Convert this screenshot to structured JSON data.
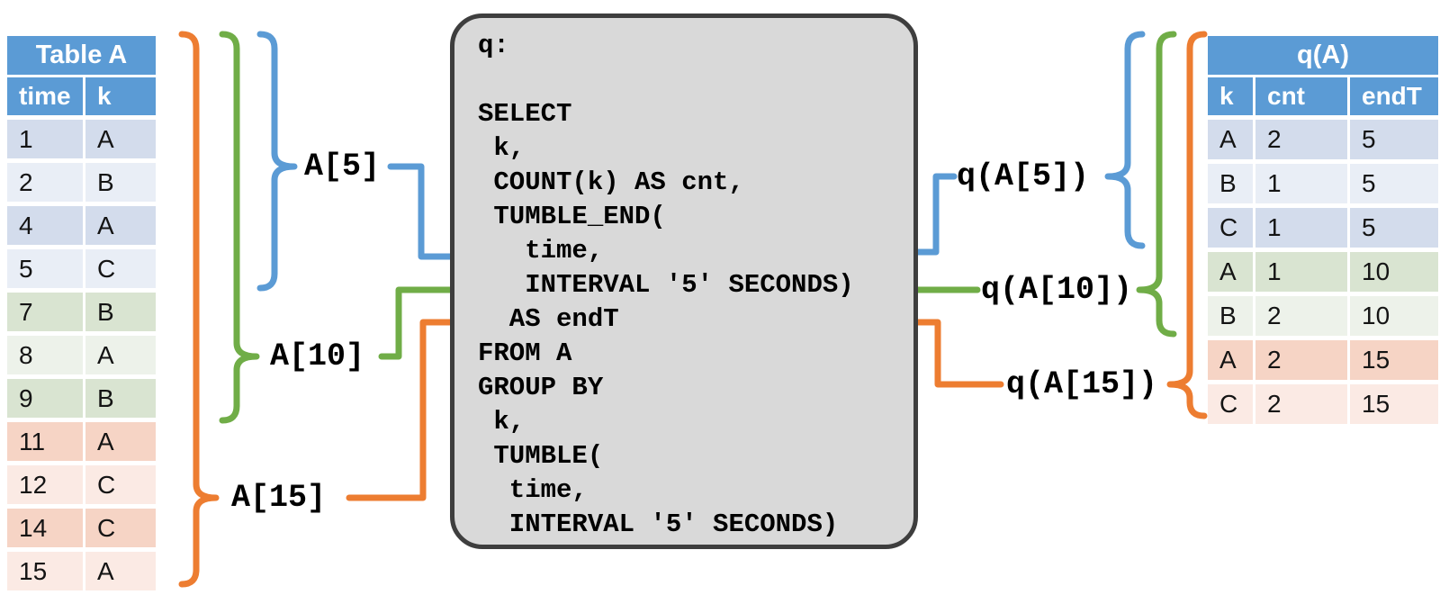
{
  "colors": {
    "blue": "#5B9BD5",
    "green": "#70AD47",
    "orange": "#ED7D31",
    "header_blue": "#5B9BD5",
    "box_fill": "#D9D9D9",
    "box_border": "#3E3E3E",
    "row_blue_dark": "#D3DCEC",
    "row_blue_light": "#E9EEF6",
    "row_green_dark": "#D9E4D1",
    "row_green_light": "#EDF2EA",
    "row_red_dark": "#F6D4C5",
    "row_red_light": "#FBEAE4"
  },
  "left_table": {
    "title": "Table A",
    "columns": [
      "time",
      "k"
    ],
    "rows": [
      [
        "1",
        "A"
      ],
      [
        "2",
        "B"
      ],
      [
        "4",
        "A"
      ],
      [
        "5",
        "C"
      ],
      [
        "7",
        "B"
      ],
      [
        "8",
        "A"
      ],
      [
        "9",
        "B"
      ],
      [
        "11",
        "A"
      ],
      [
        "12",
        "C"
      ],
      [
        "14",
        "C"
      ],
      [
        "15",
        "A"
      ]
    ]
  },
  "right_table": {
    "title": "q(A)",
    "columns": [
      "k",
      "cnt",
      "endT"
    ],
    "rows": [
      [
        "A",
        "2",
        "5"
      ],
      [
        "B",
        "1",
        "5"
      ],
      [
        "C",
        "1",
        "5"
      ],
      [
        "A",
        "1",
        "10"
      ],
      [
        "B",
        "2",
        "10"
      ],
      [
        "A",
        "2",
        "15"
      ],
      [
        "C",
        "2",
        "15"
      ]
    ]
  },
  "query": {
    "name": "q",
    "code": "q:\n\nSELECT\n k,\n COUNT(k) AS cnt,\n TUMBLE_END(\n   time,\n   INTERVAL '5' SECONDS)\n  AS endT\nFROM A\nGROUP BY\n k,\n TUMBLE(\n  time,\n  INTERVAL '5' SECONDS)"
  },
  "labels": {
    "window_5": "A[5]",
    "window_10": "A[10]",
    "window_15": "A[15]",
    "result_5": "q(A[5])",
    "result_10": "q(A[10])",
    "result_15": "q(A[15])"
  }
}
